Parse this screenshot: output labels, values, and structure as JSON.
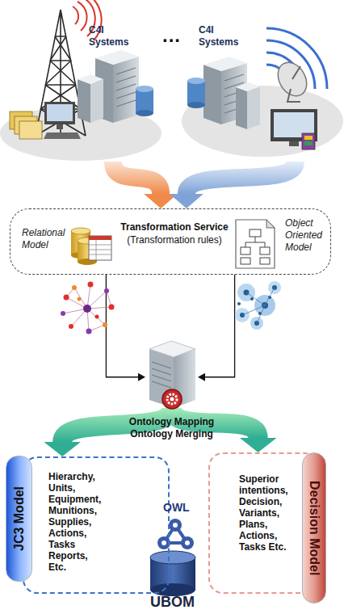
{
  "diagram": {
    "nodes": [
      {
        "text": [
          "C4I Systems"
        ]
      },
      {
        "text": [
          "C4I Systems"
        ]
      },
      {
        "text": [
          "Relational Model",
          "Transformation Service (Transformation rules)",
          "Object Oriented Model"
        ]
      },
      {
        "text": [
          "Ontology Mapping Ontology Merging"
        ]
      },
      {
        "text": [
          "JC3 Model",
          "Hierarchy, Units, Equipment, Munitions, Supplies, Actions, Tasks Reports, Etc."
        ]
      },
      {
        "text": [
          "Superior intentions, Decision, Variants, Plans, Actions, Tasks Etc.",
          "Decision Model"
        ]
      }
    ],
    "edges": [
      {
        "from": 0,
        "to": 2,
        "arrow": "to"
      },
      {
        "from": 1,
        "to": 2,
        "arrow": "to"
      },
      {
        "from": 2,
        "to": 3,
        "arrow": "to"
      },
      {
        "from": 2,
        "to": 3,
        "arrow": "to"
      },
      {
        "from": 3,
        "to": 4,
        "arrow": "to"
      },
      {
        "from": 3,
        "to": 5,
        "arrow": "to"
      }
    ],
    "labels": [
      "...",
      "OWL",
      "UBOM"
    ]
  }
}
